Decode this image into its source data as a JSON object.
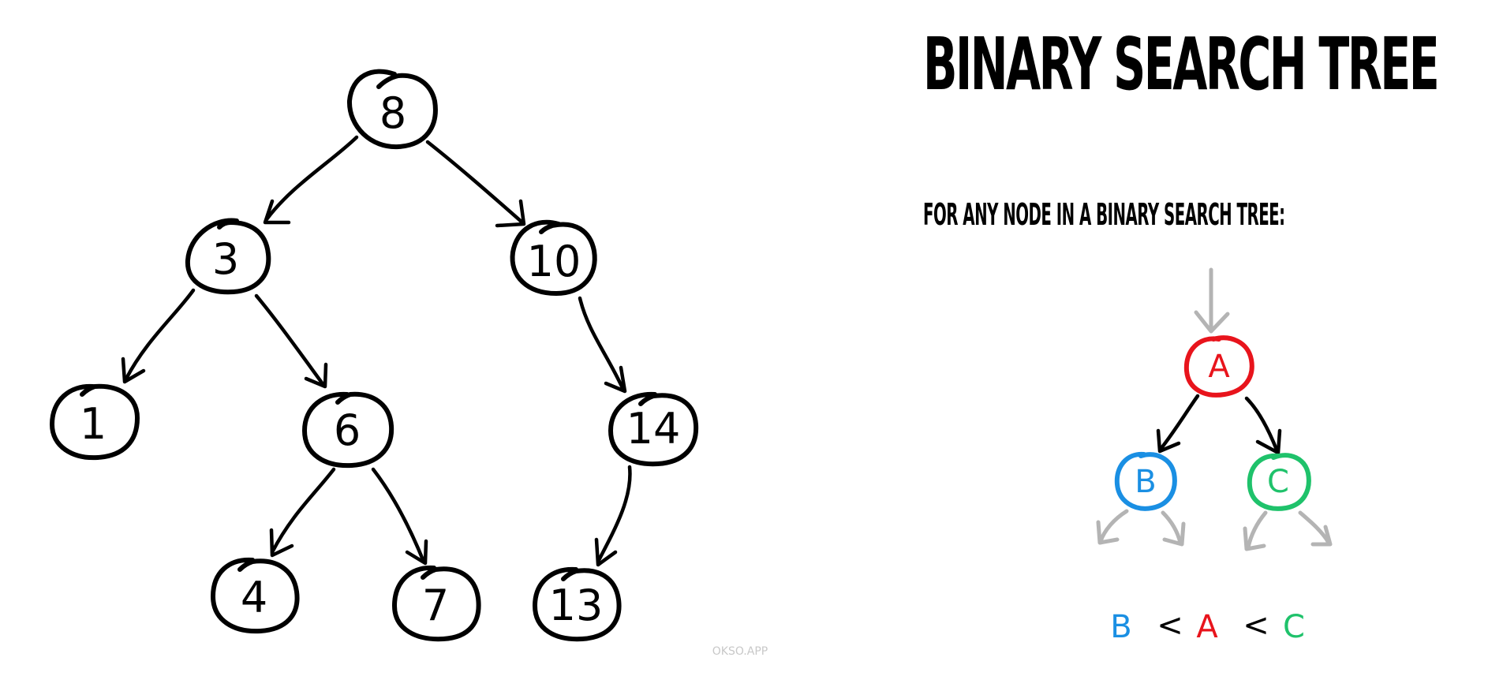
{
  "title": "BINARY SEARCH TREE",
  "subtitle": "FOR ANY NODE IN A BINARY SEARCH TREE:",
  "tree": {
    "root": "8",
    "level1": [
      "3",
      "10"
    ],
    "level2": [
      "1",
      "6",
      "14"
    ],
    "level3": [
      "4",
      "7",
      "13"
    ]
  },
  "rule": {
    "node_a": "A",
    "node_b": "B",
    "node_c": "C",
    "inequality": {
      "left": "B",
      "op1": "<",
      "middle": "A",
      "op2": "<",
      "right": "C"
    }
  },
  "colors": {
    "ink": "#000000",
    "node_a": "#e8141c",
    "node_b": "#1a8fe3",
    "node_c": "#1fc26b",
    "faded": "#b4b4b4"
  },
  "footer": "OKSO.APP"
}
